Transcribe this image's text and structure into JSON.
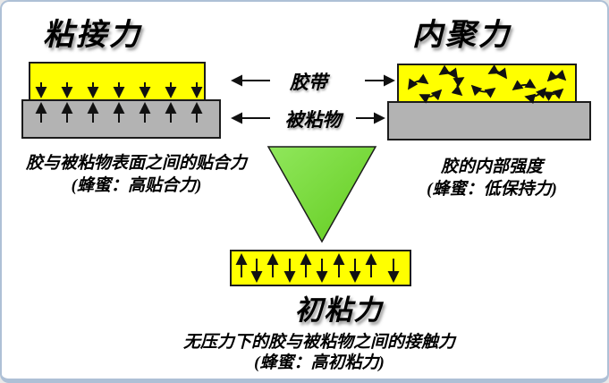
{
  "colors": {
    "slide_bg": "#ffffff",
    "border_blue": "#aec0d6",
    "tape_yellow": "#ffff00",
    "substrate_gray": "#b3b3b3",
    "triangle_green": "#7cd63d",
    "arrow_black": "#111111"
  },
  "adhesion": {
    "title": "粘接力",
    "desc_line1": "胶与被粘物表面之间的贴合力",
    "desc_line2": "(蜂蜜：高贴合力)"
  },
  "cohesion": {
    "title": "内聚力",
    "desc_line1": "胶的内部强度",
    "desc_line2": "(蜂蜜：低保持力)"
  },
  "tack": {
    "title": "初粘力",
    "desc_line1": "无压力下的胶与被粘物之间的接触力",
    "desc_line2": "(蜂蜜：高初粘力)"
  },
  "center_labels": {
    "tape": "胶带",
    "adherend": "被粘物"
  }
}
